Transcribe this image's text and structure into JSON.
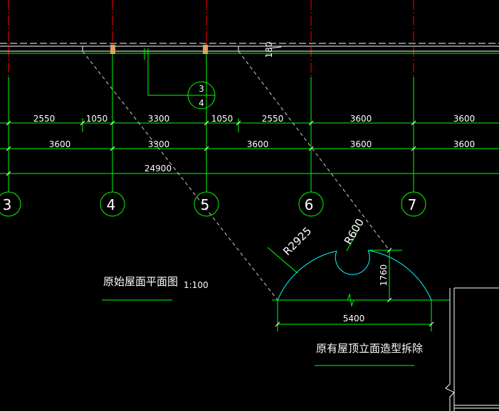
{
  "colors": {
    "background": "#000000",
    "grid": "#00ff00",
    "axis_dash": "#ff0000",
    "arc": "#00ffff",
    "text": "#ffffff",
    "hidden": "#cccccc",
    "column": "#e0a060"
  },
  "axes": [
    "3",
    "4",
    "5",
    "6",
    "7"
  ],
  "dims_row1": [
    "2550",
    "1050",
    "3300",
    "1050",
    "2550",
    "3600",
    "3600"
  ],
  "dims_row2": [
    "3600",
    "3300",
    "3600",
    "3600",
    "3600"
  ],
  "dims_total": "24900",
  "bubble": {
    "top": "3",
    "bottom": "4"
  },
  "top_dim": "180",
  "radius_large": "R2925",
  "radius_small": "R600",
  "height_dim": "1760",
  "width_dim": "5400",
  "title_plan": "原始屋面平面图",
  "title_plan_scale": "1:100",
  "title_elevation": "原有屋顶立面造型拆除"
}
